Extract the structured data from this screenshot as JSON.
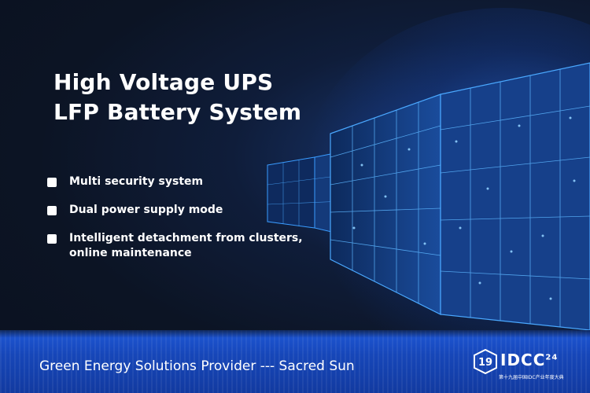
{
  "headline": {
    "line1": "High Voltage UPS",
    "line2": "LFP Battery System"
  },
  "features": [
    "Multi security system",
    "Dual power supply mode",
    "Intelligent detachment from clusters, online maintenance"
  ],
  "footer": {
    "tagline": "Green Energy Solutions Provider --- Sacred Sun"
  },
  "logo": {
    "mark": "19",
    "text": "IDCC",
    "year": "24",
    "subtitle": "第十九届中国IDC产业年度大典"
  },
  "colors": {
    "background": "#0c1424",
    "accent_blue": "#2e8cff",
    "footer_blue": "#1a4ec8",
    "text": "#ffffff"
  }
}
